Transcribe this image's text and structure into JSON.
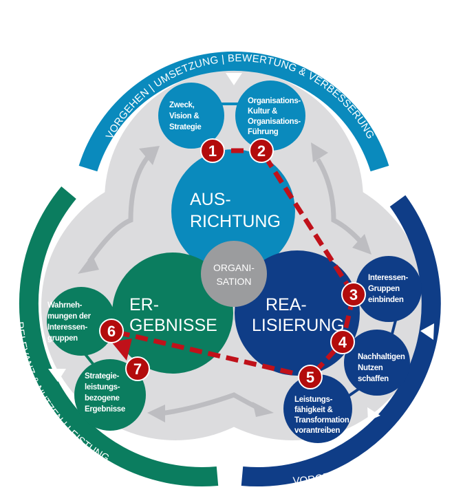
{
  "colors": {
    "ausrichtung": "#0a8abd",
    "realisierung": "#0f3d87",
    "ergebnisse": "#0b7d5f",
    "organisation": "#9b9c9e",
    "background_shape": "#dcdcde",
    "arrows": "#bdbdc1",
    "badge": "#b30c0c",
    "path": "#c0111a"
  },
  "outer_arcs": {
    "top": "VORGEHEN | UMSETZUNG | BEWERTUNG & VERBESSERUNG",
    "right": "VORGEHEN | UMSETZUNG | BEWERTUNG & VERBESSERUNG",
    "left": "RELEVANZ & NUTZEN | LEISTUNG"
  },
  "center": {
    "label_line1": "ORGANI-",
    "label_line2": "SATION"
  },
  "main_circles": {
    "ausrichtung": {
      "line1": "AUS-",
      "line2": "RICHTUNG"
    },
    "realisierung": {
      "line1": "REA-",
      "line2": "LISIERUNG"
    },
    "ergebnisse": {
      "line1": "ER-",
      "line2": "GEBNISSE"
    }
  },
  "sub_circles": {
    "zweck": [
      "Zweck,",
      "Vision &",
      "Strategie"
    ],
    "kultur": [
      "Organisations-",
      "Kultur &",
      "Organisations-",
      "Führung"
    ],
    "interessen": [
      "Interessen-",
      "Gruppen",
      "einbinden"
    ],
    "nutzen": [
      "Nachhaltigen",
      "Nutzen",
      "schaffen"
    ],
    "leistung": [
      "Leistungs-",
      "fähigkeit &",
      "Transformation",
      "vorantreiben"
    ],
    "wahrnehmungen": [
      "Wahrneh-",
      "mungen der",
      "Interessen-",
      "gruppen"
    ],
    "strategie": [
      "Strategie-",
      "leistungs-",
      "bezogene",
      "Ergebnisse"
    ]
  },
  "steps": [
    "1",
    "2",
    "3",
    "4",
    "5",
    "6",
    "7"
  ]
}
